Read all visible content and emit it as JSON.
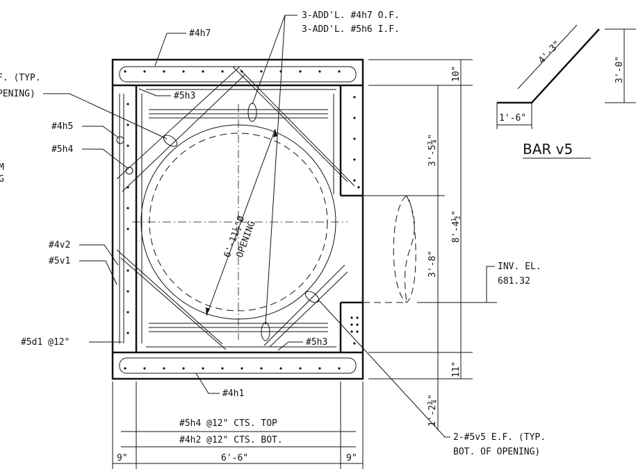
{
  "labels": {
    "cut_left_1": "F. (TYP.",
    "cut_left_2": "PENING)",
    "cut_left_3": "M",
    "cut_left_4": "G",
    "bar_4h7": "#4h7",
    "add_4h7": "3-ADD'L. #4h7 O.F.",
    "add_5h6": "3-ADD'L. #5h6 I.F.",
    "bar_5h3_top": "#5h3",
    "bar_4h5": "#4h5",
    "bar_5h4": "#5h4",
    "bar_4v2": "#4v2",
    "bar_5v1": "#5v1",
    "bar_5d1": "#5d1 @12\"",
    "bar_5h3_bot": "#5h3",
    "bar_4h1": "#4h1",
    "opening_1": "6'-11½\"Ø",
    "opening_2": "OPENING",
    "inv_1": "INV. EL.",
    "inv_2": "681.32",
    "note_5v5_1": "2-#5v5 E.F. (TYP.",
    "note_5v5_2": "BOT. OF OPENING)",
    "cts_top": "#5h4 @12\" CTS. TOP",
    "cts_bot": "#4h2 @12\" CTS. BOT."
  },
  "dims": {
    "d_10": "10\"",
    "d_3_5_75": "3'-5¾\"",
    "d_8_4_5": "8'-4½\"",
    "d_3_8": "3'-8\"",
    "d_11": "11\"",
    "d_1_2_75": "1'-2¾\"",
    "d_9_left": "9\"",
    "d_6_6": "6'-6\"",
    "d_9_right": "9\""
  },
  "bar_v5": {
    "title": "BAR v5",
    "slope": "4'-3\"",
    "rise": "3'-0\"",
    "run": "1'-6\""
  }
}
